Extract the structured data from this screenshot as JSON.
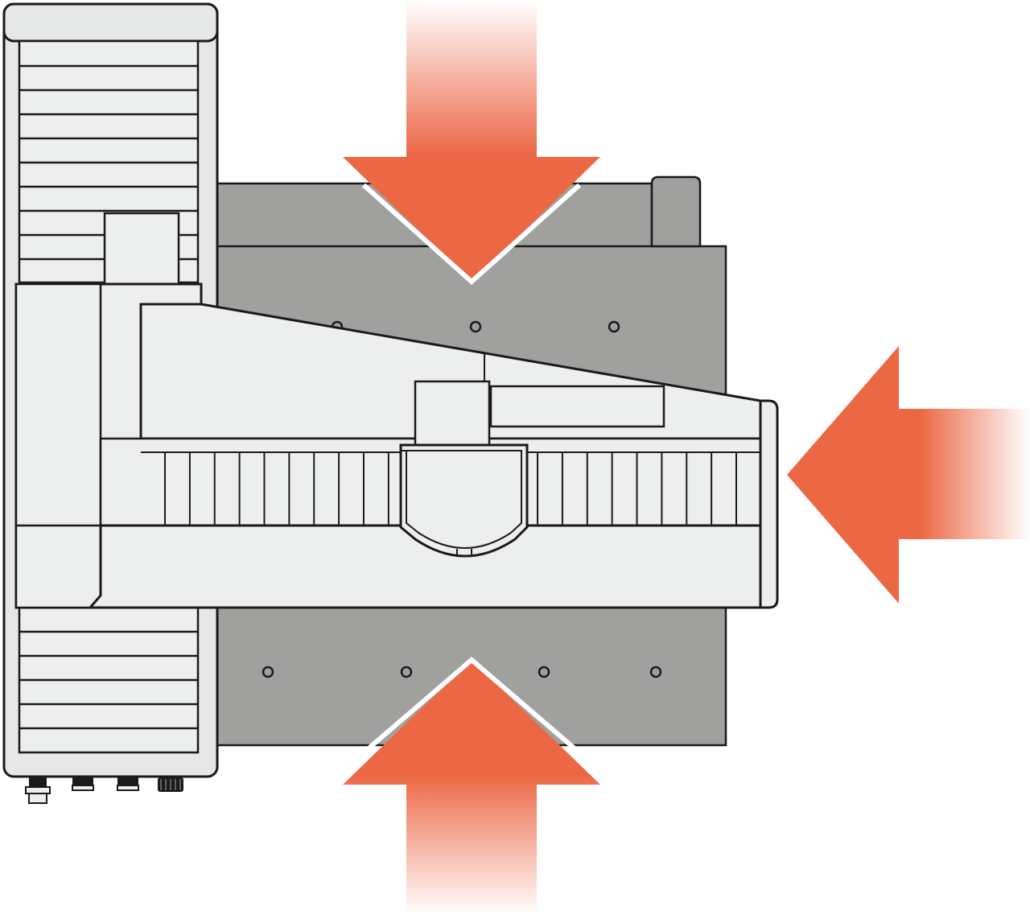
{
  "diagram": {
    "subject": "machine-top-view-with-load-arrows",
    "colors": {
      "background": "#ffffff",
      "arrow": "#EC6845",
      "plate": "#A0A09F",
      "body": "#EDEEEE",
      "outline": "#1a1a1a",
      "column": "#E6E7E7"
    },
    "arrows": [
      {
        "name": "arrow-from-top",
        "direction": "down"
      },
      {
        "name": "arrow-from-right",
        "direction": "left"
      },
      {
        "name": "arrow-from-bottom",
        "direction": "up"
      }
    ],
    "plate_holes": {
      "upper_count": 3,
      "lower_count": 4
    },
    "carriage_slat_count": 24,
    "connector_count": 4
  }
}
